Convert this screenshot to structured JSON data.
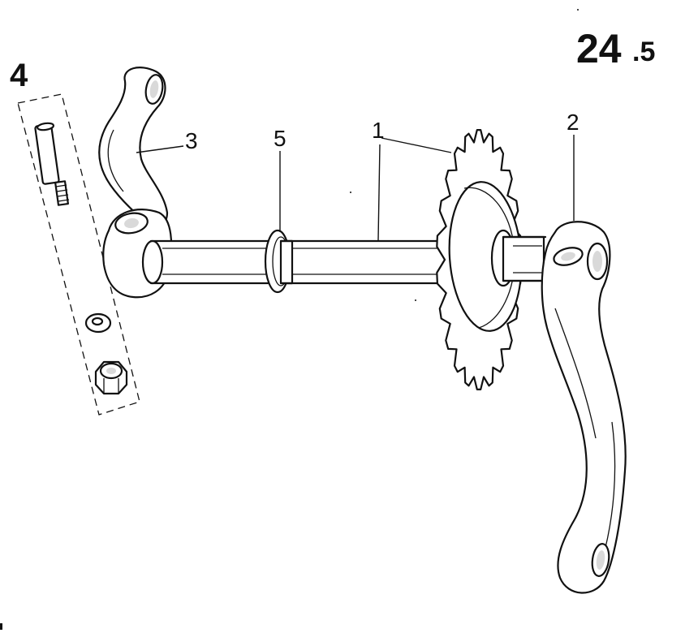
{
  "figure": {
    "page_number_main": "24",
    "page_number_sub": ".5",
    "callouts": {
      "shaft": "1",
      "right_crank": "2",
      "left_crank": "3",
      "hardware_kit": "4",
      "washer": "5"
    }
  }
}
